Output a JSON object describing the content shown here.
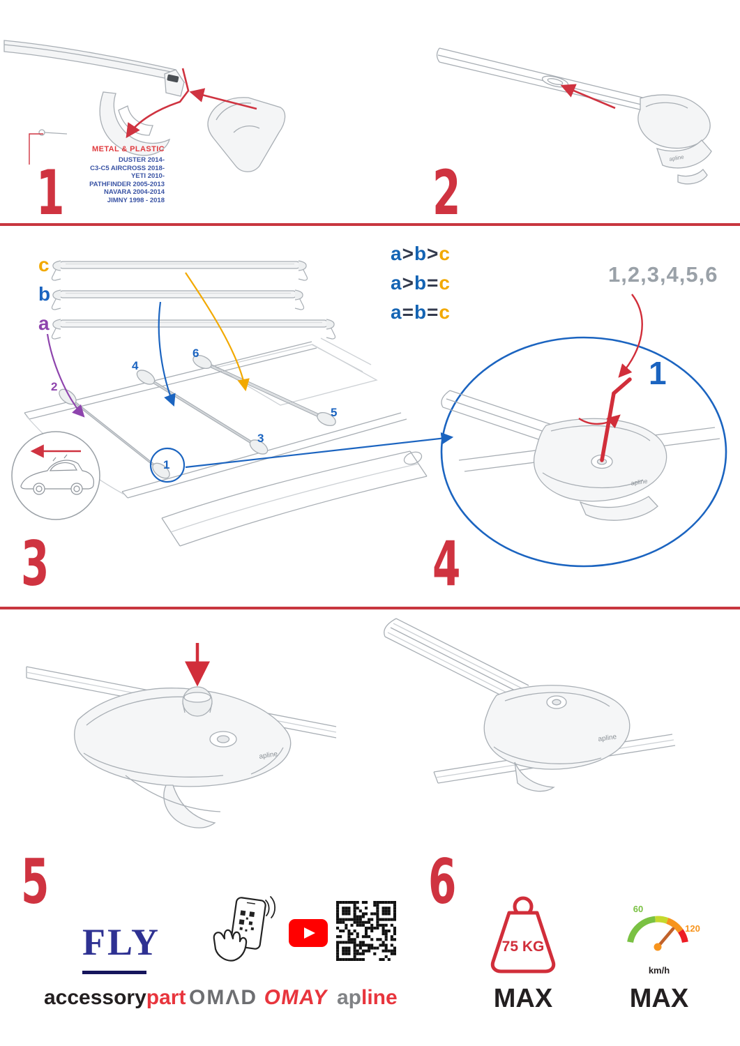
{
  "colors": {
    "accent_red": "#cf3340",
    "blue": "#1b64c0",
    "purple": "#8e44ad",
    "orange": "#f2a900",
    "navy": "#2e3192",
    "gray": "#9aa1a8"
  },
  "steps": {
    "s1": {
      "number": "1",
      "material_label": "METAL & PLASTIC",
      "models": [
        "DUSTER 2014-",
        "C3-C5 AIRCROSS 2018-",
        "YETI 2010-",
        "PATHFINDER 2005-2013",
        "NAVARA 2004-2014",
        "JIMNY 1998 - 2018"
      ]
    },
    "s2": {
      "number": "2"
    },
    "s3": {
      "number": "3",
      "bar_labels": {
        "a": "a",
        "b": "b",
        "c": "c"
      },
      "rules": [
        {
          "t1": "a",
          "o1": ">",
          "t2": "b",
          "o2": ">",
          "t3": "c"
        },
        {
          "t1": "a",
          "o1": ">",
          "t2": "b",
          "o2": "=",
          "t3": "c"
        },
        {
          "t1": "a",
          "o1": "=",
          "t2": "b",
          "o2": "=",
          "t3": "c"
        }
      ],
      "positions": {
        "p1": "1",
        "p2": "2",
        "p3": "3",
        "p4": "4",
        "p5": "5",
        "p6": "6"
      }
    },
    "s4": {
      "number": "4",
      "sequence": "1,2,3,4,5,6",
      "callout": "1"
    },
    "s5": {
      "number": "5"
    },
    "s6": {
      "number": "6"
    }
  },
  "product": {
    "logo": "apline"
  },
  "footer": {
    "fly": "FLY",
    "accessory": "accessory",
    "part": "part",
    "omad": "OMΛD",
    "omay": "OMAY",
    "ap": "ap",
    "line": "line",
    "weight_value": "75 KG",
    "weight_max": "MAX",
    "speed_low": "60",
    "speed_high": "120",
    "speed_unit": "km/h",
    "speed_max": "MAX"
  }
}
